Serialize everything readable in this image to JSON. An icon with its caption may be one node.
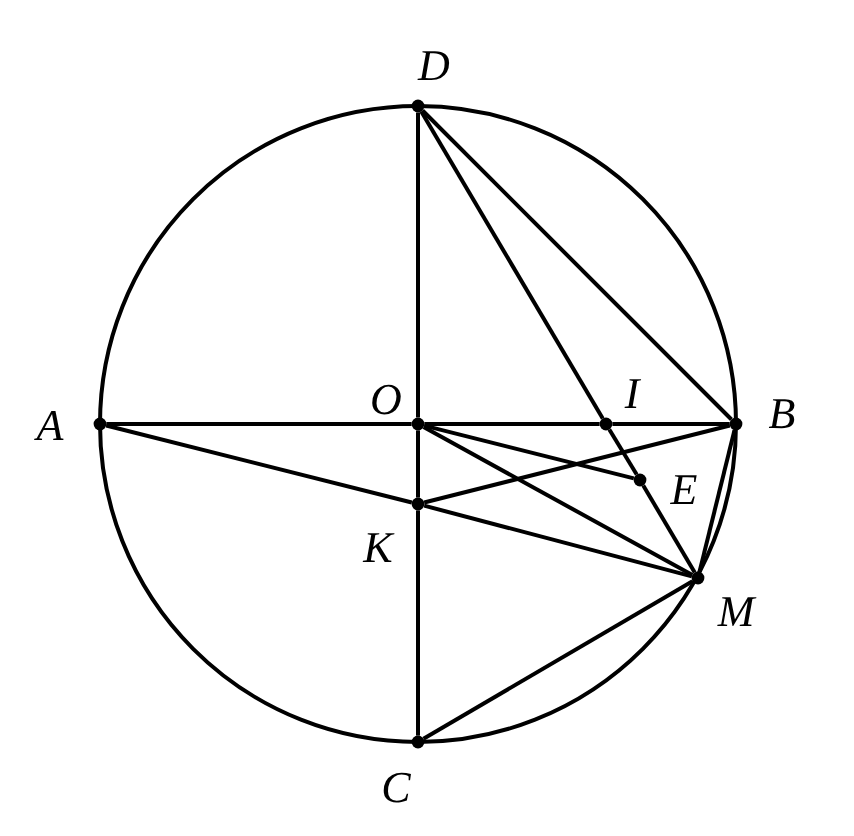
{
  "diagram": {
    "nodes": [
      {
        "text": [
          "D"
        ]
      },
      {
        "text": [
          "A"
        ]
      },
      {
        "text": [
          "O"
        ]
      },
      {
        "text": [
          "I"
        ]
      },
      {
        "text": [
          "B"
        ]
      },
      {
        "text": [
          "E"
        ]
      },
      {
        "text": [
          "K"
        ]
      },
      {
        "text": [
          "M"
        ]
      },
      {
        "text": [
          "C"
        ]
      }
    ],
    "edges": [
      {
        "from": 0,
        "to": 2,
        "arrow": "none"
      },
      {
        "from": 2,
        "to": 6,
        "arrow": "none"
      },
      {
        "from": 6,
        "to": 8,
        "arrow": "none"
      },
      {
        "from": 1,
        "to": 2,
        "arrow": "none"
      },
      {
        "from": 2,
        "to": 3,
        "arrow": "none"
      },
      {
        "from": 3,
        "to": 4,
        "arrow": "none"
      },
      {
        "from": 0,
        "to": 4,
        "arrow": "none"
      },
      {
        "from": 0,
        "to": 3,
        "arrow": "none"
      },
      {
        "from": 3,
        "to": 5,
        "arrow": "none"
      },
      {
        "from": 5,
        "to": 7,
        "arrow": "none"
      },
      {
        "from": 2,
        "to": 5,
        "arrow": "none"
      },
      {
        "from": 2,
        "to": 7,
        "arrow": "none"
      },
      {
        "from": 6,
        "to": 4,
        "arrow": "none"
      },
      {
        "from": 1,
        "to": 6,
        "arrow": "none"
      },
      {
        "from": 6,
        "to": 7,
        "arrow": "none"
      },
      {
        "from": 4,
        "to": 7,
        "arrow": "none"
      },
      {
        "from": 8,
        "to": 7,
        "arrow": "none"
      }
    ]
  }
}
